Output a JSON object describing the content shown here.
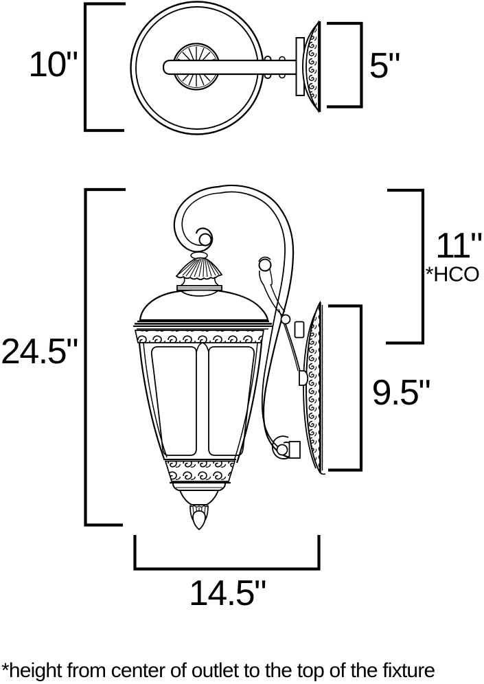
{
  "colors": {
    "line": "#000000",
    "background": "#ffffff"
  },
  "top_view": {
    "height_dim": "10\"",
    "depth_dim": "5\""
  },
  "front_view": {
    "overall_height_dim": "24.5\"",
    "hco_dim": "11\"",
    "hco_note": "*HCO",
    "backplate_height_dim": "9.5\"",
    "width_dim": "14.5\""
  },
  "footnote": "*height from center of outlet to the top of the fixture"
}
